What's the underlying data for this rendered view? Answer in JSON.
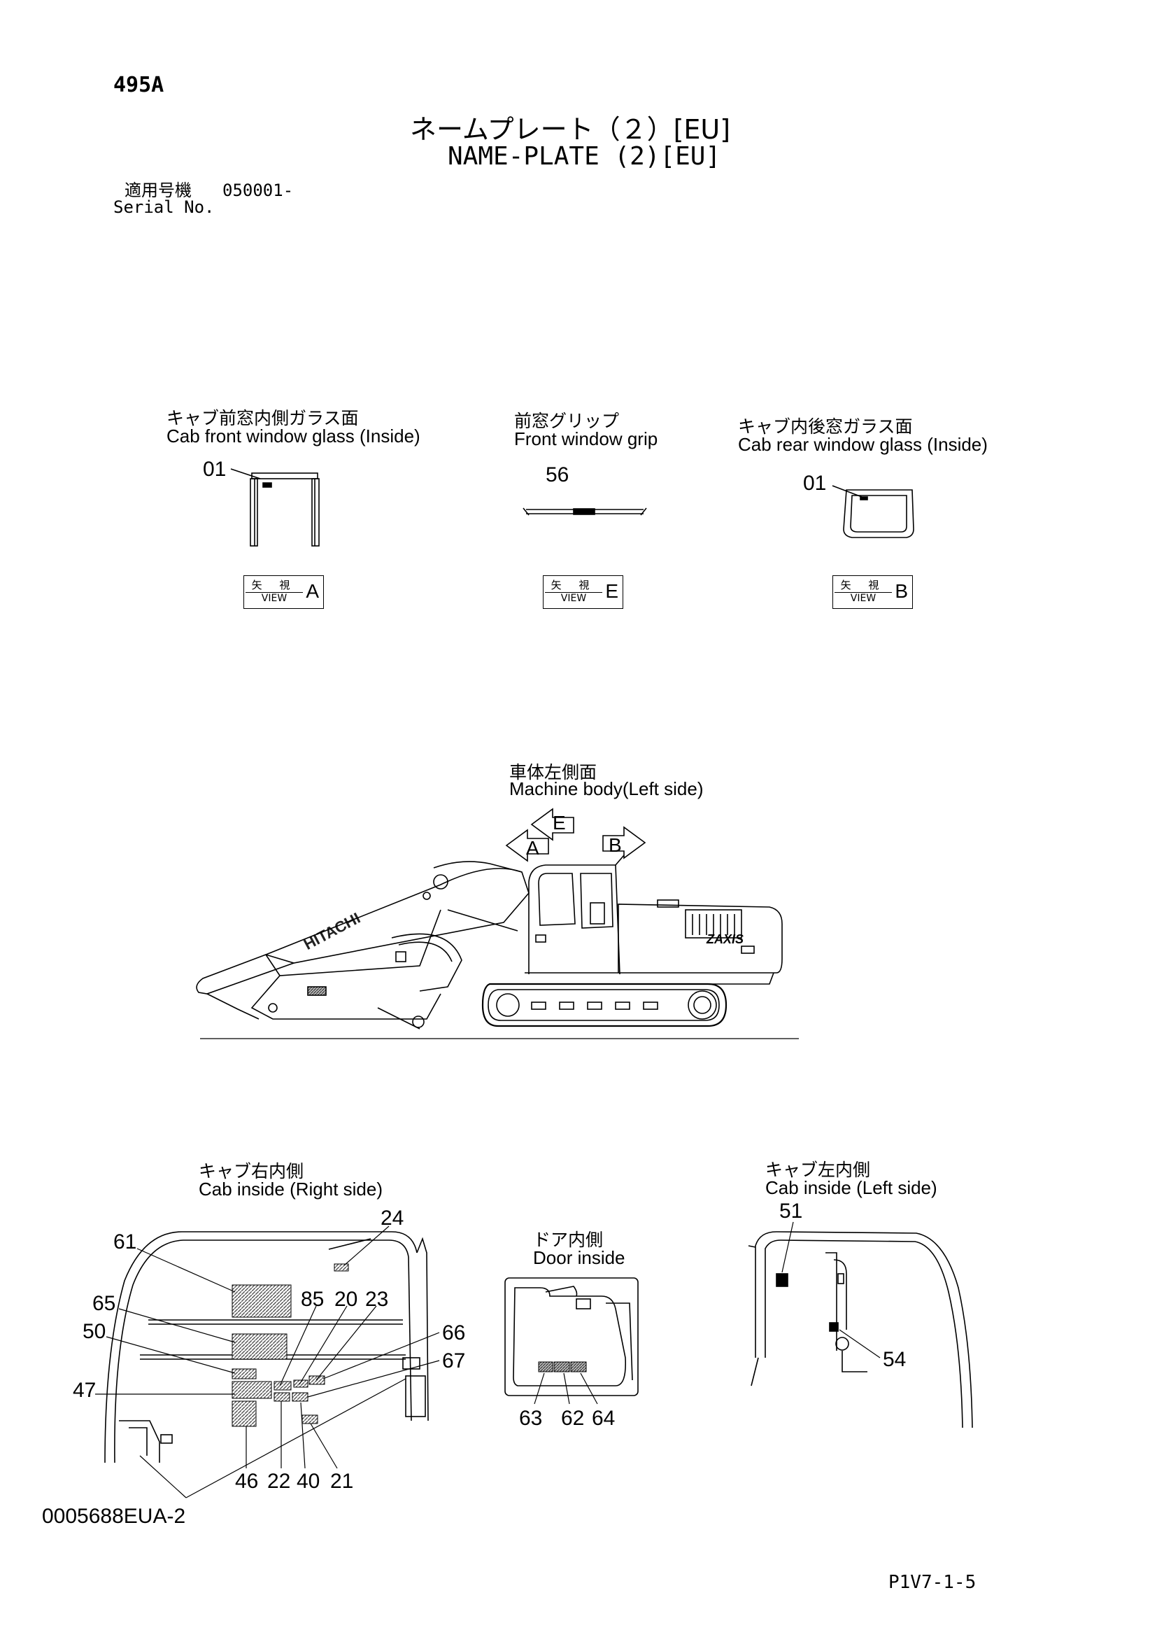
{
  "header": {
    "code": "495A",
    "title_jp": "ネームプレート（２）[EU]",
    "title_en": "NAME-PLATE (2)[EU]",
    "serial_jp": "適用号機",
    "serial_value": "050001-",
    "serial_en": "Serial No."
  },
  "views": {
    "front_glass": {
      "jp": "キャブ前窓内側ガラス面",
      "en": "Cab front window glass (Inside)",
      "callout": "01"
    },
    "front_grip": {
      "jp": "前窓グリップ",
      "en": "Front window grip",
      "callout": "56"
    },
    "rear_glass": {
      "jp": "キャブ内後窓ガラス面",
      "en": "Cab rear window glass (Inside)",
      "callout": "01"
    },
    "view_label_jp": "矢 視",
    "view_label_en": "VIEW",
    "view_letters": [
      "A",
      "E",
      "B"
    ]
  },
  "machine": {
    "jp": "車体左側面",
    "en": "Machine body(Left side)",
    "arrows": [
      "E",
      "A",
      "B"
    ],
    "brand": "HITACHI",
    "model": "ZAXIS"
  },
  "cab_right": {
    "jp": "キャブ右内側",
    "en": "Cab inside (Right side)",
    "callouts": [
      "24",
      "61",
      "85",
      "20",
      "23",
      "65",
      "50",
      "66",
      "67",
      "47",
      "46",
      "22",
      "40",
      "21"
    ]
  },
  "door": {
    "jp": "ドア内側",
    "en": "Door inside",
    "callouts": [
      "63",
      "62",
      "64"
    ]
  },
  "cab_left": {
    "jp": "キャブ左内側",
    "en": "Cab inside (Left side)",
    "callouts": [
      "51",
      "54"
    ]
  },
  "footer": {
    "drawing_no": "0005688EUA-2",
    "page": "P1V7-1-5"
  }
}
